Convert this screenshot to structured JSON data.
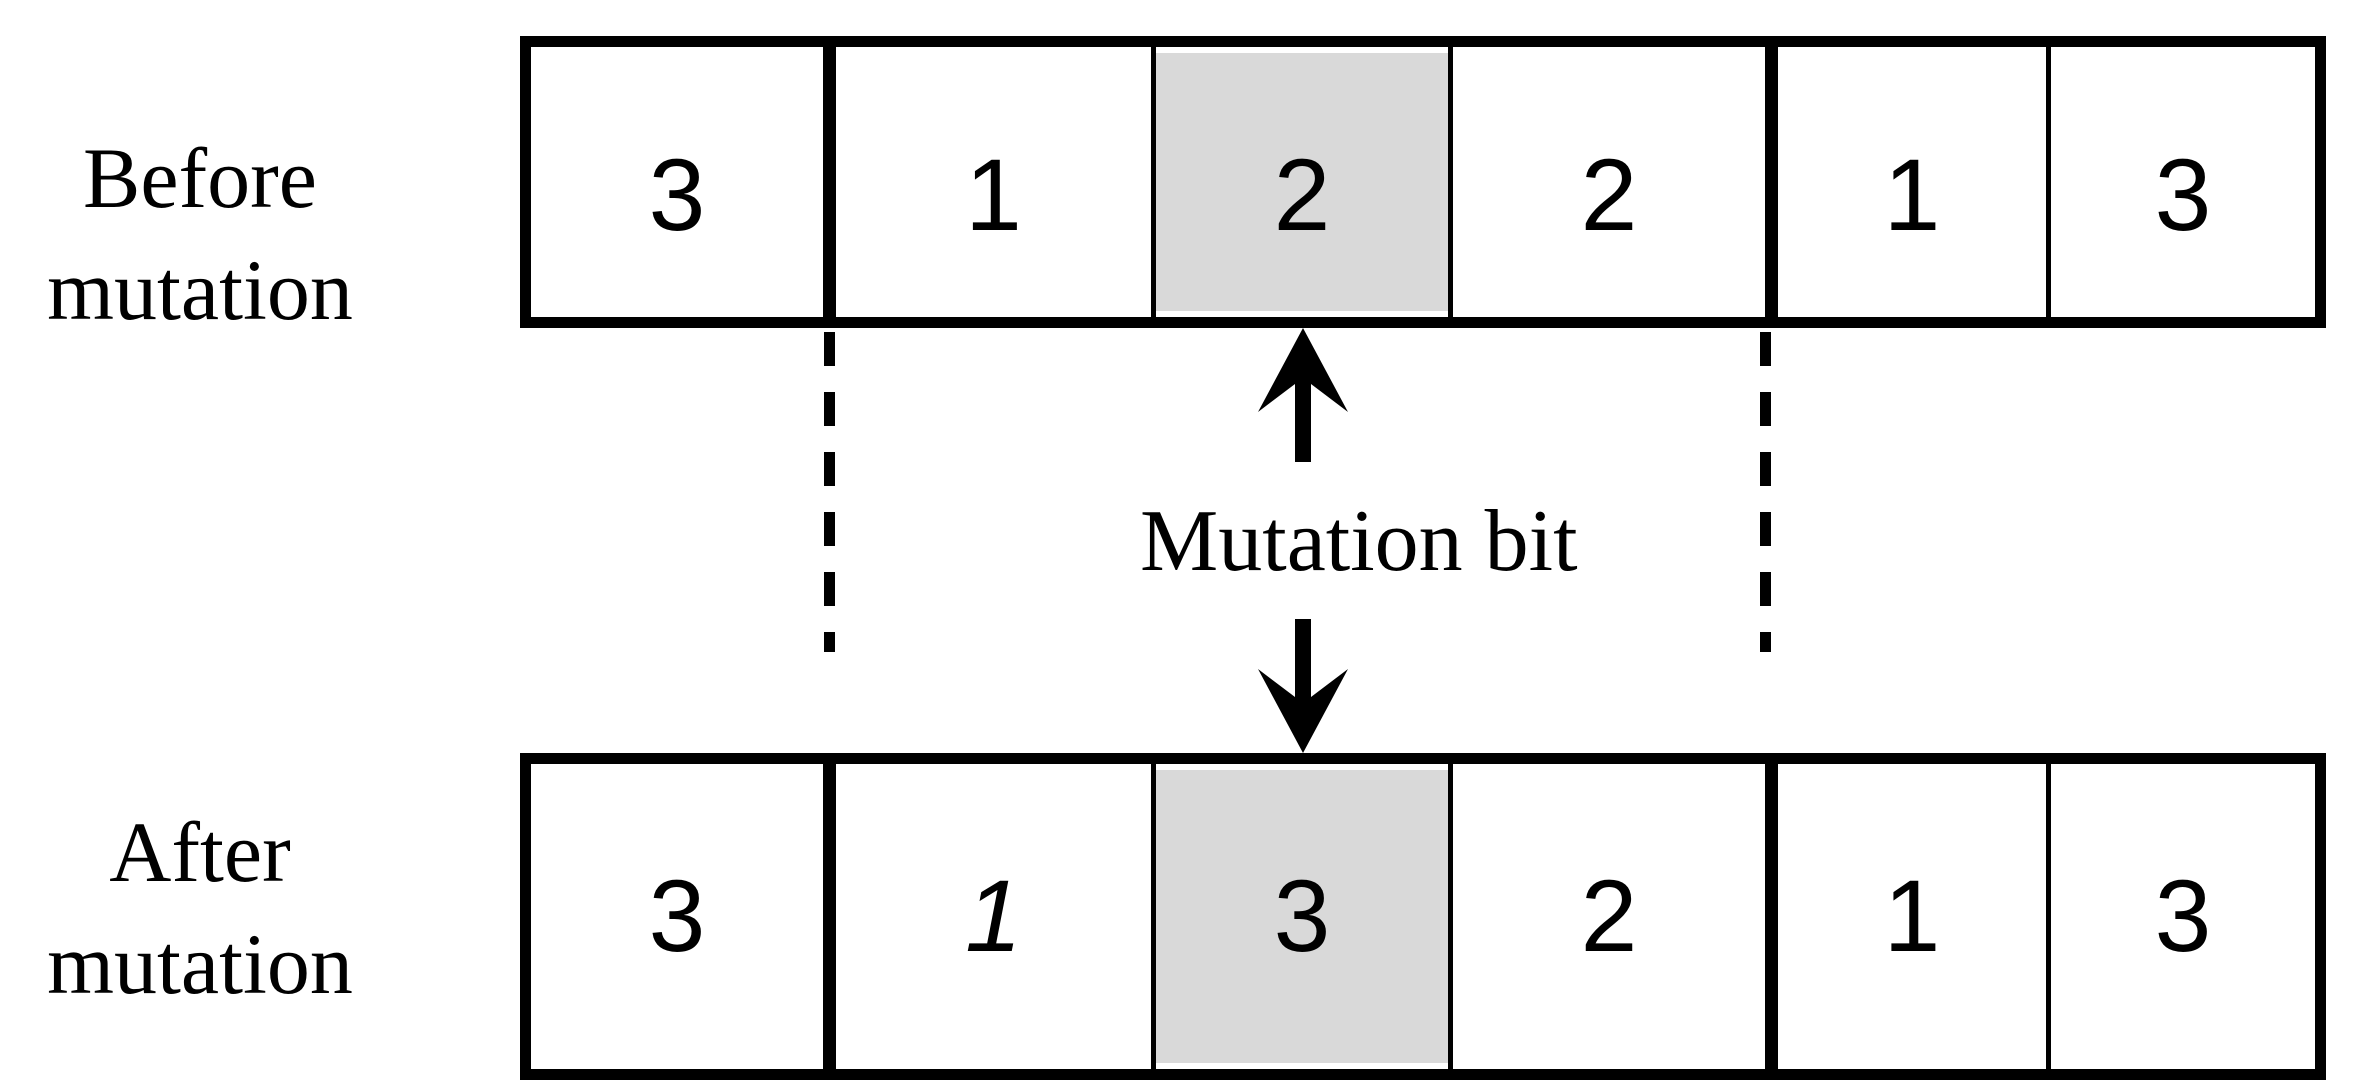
{
  "figure": {
    "type": "genetic-algorithm-mutation-diagram",
    "background": "#ffffff",
    "stroke_color": "#000000",
    "highlight_color": "#d9d9d9"
  },
  "labels": {
    "before": {
      "line1": "Before",
      "line2": "mutation"
    },
    "after": {
      "line1": "After",
      "line2": "mutation"
    },
    "mutation_bit": "Mutation bit"
  },
  "rows": {
    "before": {
      "cells": [
        "3",
        "1",
        "2",
        "2",
        "1",
        "3"
      ],
      "highlighted_index": 2
    },
    "after": {
      "cells": [
        "3",
        "1",
        "3",
        "2",
        "1",
        "3"
      ],
      "highlighted_index": 2,
      "italic_index": 1
    }
  },
  "icons": {
    "up_arrow": "stealth-up-arrow",
    "down_arrow": "stealth-down-arrow"
  }
}
